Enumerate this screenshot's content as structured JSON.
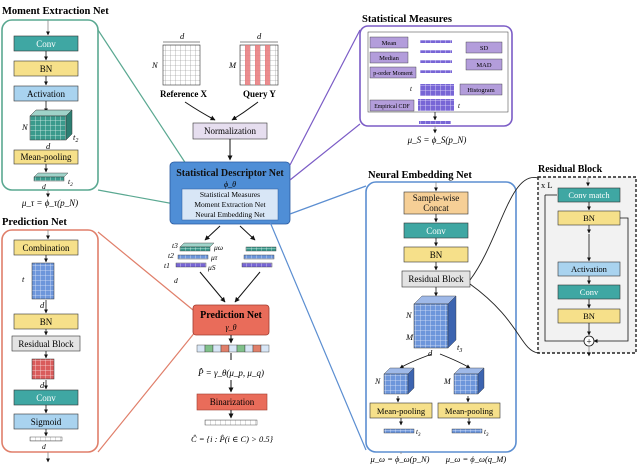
{
  "moment_net": {
    "title": "Moment Extraction Net",
    "conv": "Conv",
    "bn": "BN",
    "activation": "Activation",
    "mean_pooling": "Mean-pooling",
    "n": "N",
    "d": "d",
    "t2": "t",
    "t2_sub": "2",
    "formula": "μ_τ = ϕ_τ(p_N)"
  },
  "prediction_net_box": {
    "title": "Prediction Net",
    "combination": "Combination",
    "t": "t",
    "d": "d",
    "bn": "BN",
    "residual_block": "Residual Block",
    "conv": "Conv",
    "sigmoid": "Sigmoid"
  },
  "center": {
    "d_top": "d",
    "n": "N",
    "m": "M",
    "reference": "Reference X",
    "query": "Query Y",
    "normalization": "Normalization",
    "sdn_title": "Statistical Descriptor Net",
    "sdn_phi": "ϕ_θ",
    "sdn_items": [
      "Statistical Measures",
      "Moment Extraction Net",
      "Neural Embedding Net"
    ],
    "stack_labels": [
      "t3",
      "t2",
      "t1",
      "μω",
      "μτ",
      "μS"
    ],
    "stack_d": "d",
    "pred_title": "Prediction Net",
    "pred_gamma": "γ_θ",
    "phat": "P̂ = γ_θ(μ_p, μ_q)",
    "binarization": "Binarization",
    "chat": "Ĉ = {i : P̂(i ∈ C) > 0.5}"
  },
  "stat_measures": {
    "title": "Statistical Measures",
    "mean": "Mean",
    "median": "Median",
    "porder": "p-order Moment",
    "sd": "SD",
    "mad": "MAD",
    "histogram": "Histogram",
    "ecdf": "Empirical CDF",
    "t1a": "t",
    "t1b": "t",
    "formula": "μ_S = ϕ_S(p_N)"
  },
  "neural_net": {
    "title": "Neural Embedding Net",
    "concat": "Sample-wise Concat",
    "conv": "Conv",
    "bn": "BN",
    "residual_block": "Residual Block",
    "n": "N",
    "m": "M",
    "d": "d",
    "t3": "t",
    "mean_pool_1": "Mean-pooling",
    "mean_pool_2": "Mean-pooling",
    "formula_1": "μ_ω = ϕ_ω(p_N)",
    "formula_2": "μ_ω = ϕ_ω(q_M)"
  },
  "residual_block": {
    "title": "Residual Block",
    "xl": "x L",
    "conv_match": "Conv match",
    "bn1": "BN",
    "activation": "Activation",
    "conv": "Conv",
    "bn2": "BN",
    "plus": "+"
  },
  "colors": {
    "teal": "#5aa891",
    "salmon": "#e07f6a",
    "purple": "#7b5cc6",
    "blue": "#5b8ed1",
    "yellow": "#f6e08a",
    "conv": "#3fa7a3",
    "bn": "#a9d3ef",
    "activation": "#a9d3ef",
    "residual": "#e3e3e3",
    "grid_blue": "#4d7fd1",
    "grid_purple": "#7a5fd6",
    "grid_red": "#e06060"
  }
}
